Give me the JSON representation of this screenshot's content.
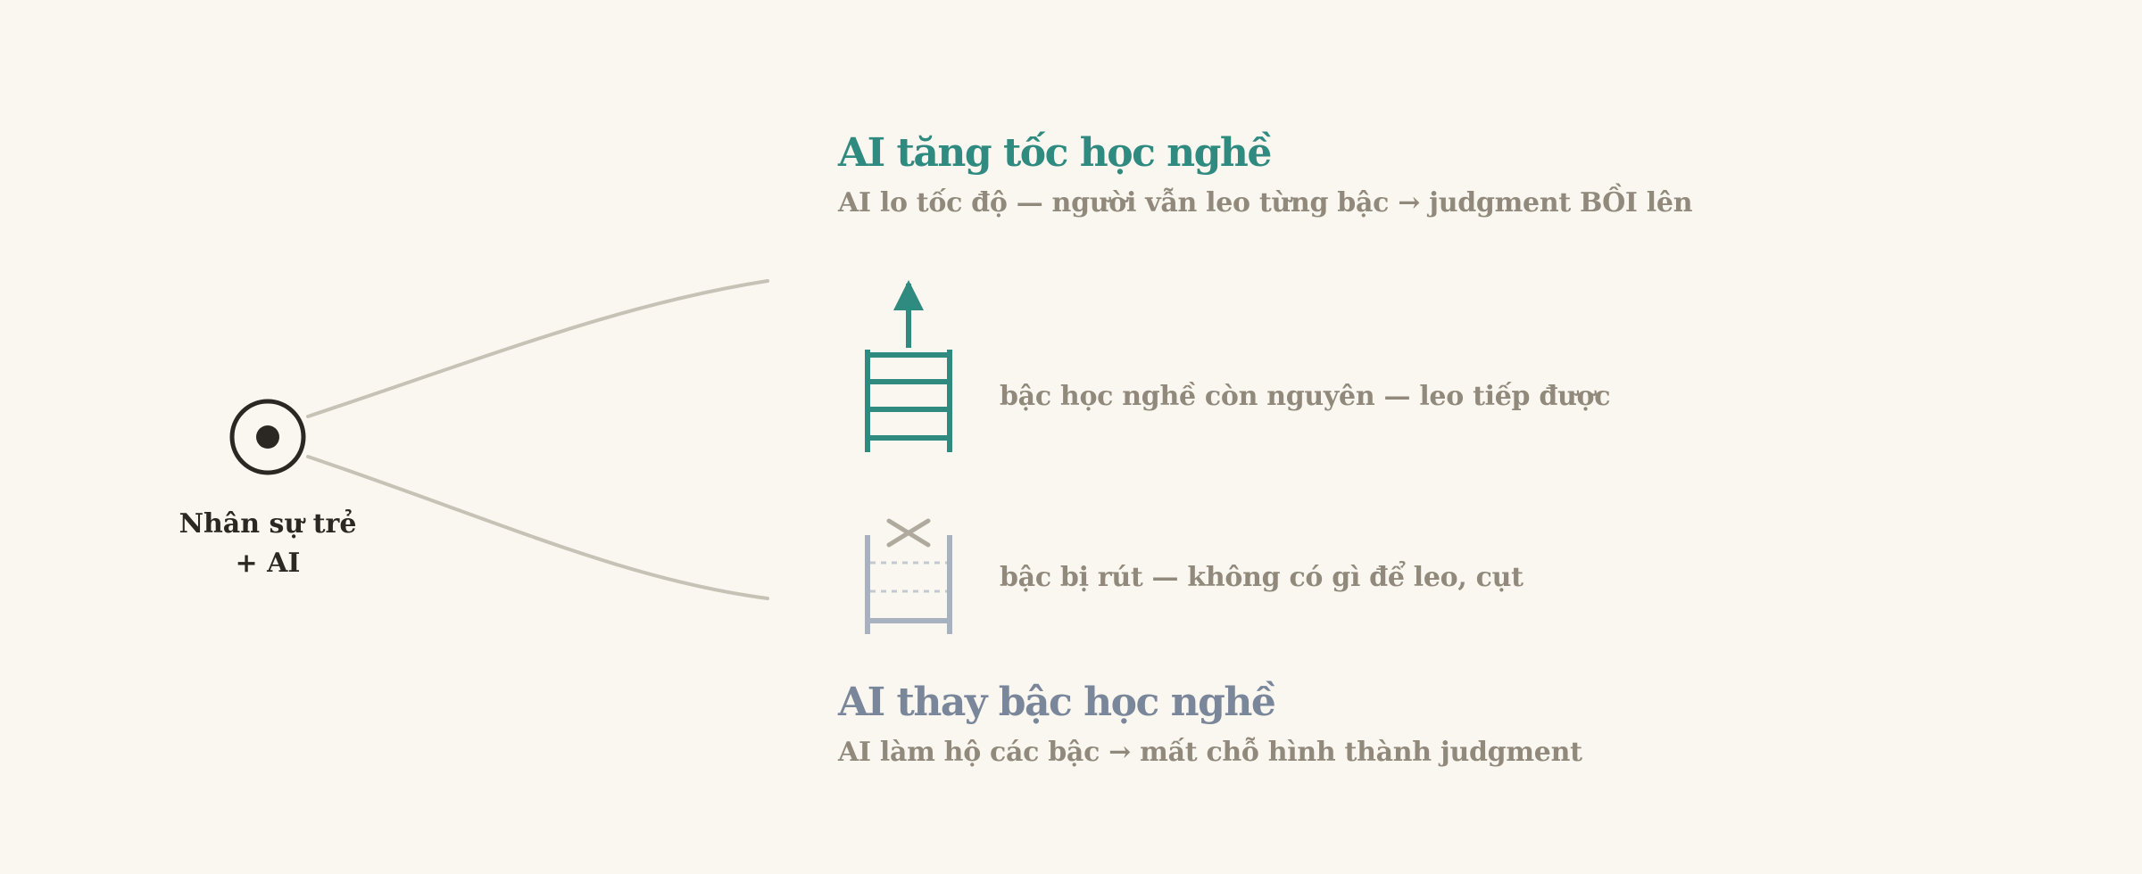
{
  "origin": {
    "label_line1": "Nhân sự trẻ",
    "label_line2": "+ AI"
  },
  "branch_top": {
    "title": "AI tăng tốc học nghề",
    "subtitle": "AI lo tốc độ — người vẫn leo từng bậc → judgment BỒI lên",
    "ladder_note": "bậc học nghề còn nguyên — leo tiếp được",
    "icon": "ladder-up-arrow-icon",
    "color": "#2f8a80"
  },
  "branch_bottom": {
    "title": "AI thay bậc học nghề",
    "subtitle": "AI làm hộ các bậc → mất chỗ hình thành judgment",
    "ladder_note": "bậc bị rút — không có gì để leo, cụt",
    "icon": "broken-ladder-x-icon",
    "color": "#7a869a"
  },
  "colors": {
    "background": "#faf7f0",
    "connector": "#c7c2b6",
    "origin": "#2b2723",
    "muted_text": "#918a7c",
    "broken_ladder": "#a7b1c0",
    "cross_mark": "#b0aa9e"
  }
}
